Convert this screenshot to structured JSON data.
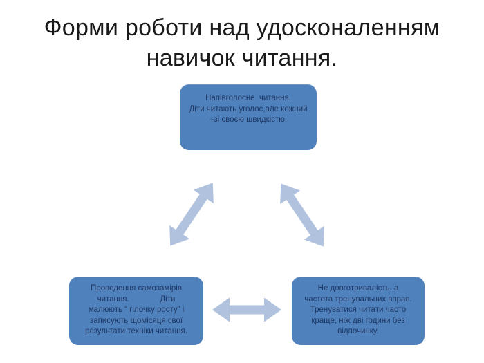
{
  "slide": {
    "title": "Форми роботи над удосконаленням\nнавичок читання."
  },
  "nodes": {
    "top": {
      "text": "Напівголосне  читання.\nДіти читають уголос,але кожний\n–зі своєю швидкістю."
    },
    "bottom_left": {
      "text": "Проведення самозамірів\nчитання.              Діти\nмалюють “ гілочку росту” і\nзаписують щомісяця свої\nрезультати техніки читання."
    },
    "bottom_right": {
      "text": "Не довготривалість, а\nчастота тренувальних вправ.\nТренуватися читати часто\nкраще, ніж дві години без\nвідпочинку."
    }
  },
  "connectors": [
    {
      "icon": "double-arrow-icon",
      "from": "top",
      "to": "bottom_left"
    },
    {
      "icon": "double-arrow-icon",
      "from": "top",
      "to": "bottom_right"
    },
    {
      "icon": "double-arrow-icon",
      "from": "bottom_left",
      "to": "bottom_right"
    }
  ],
  "colors": {
    "background": "#FFFFFF",
    "node_fill": "#4F81BD",
    "node_text": "#1F3864",
    "arrow_fill": "#B1C2DF",
    "title_text": "#1A1A1A"
  }
}
